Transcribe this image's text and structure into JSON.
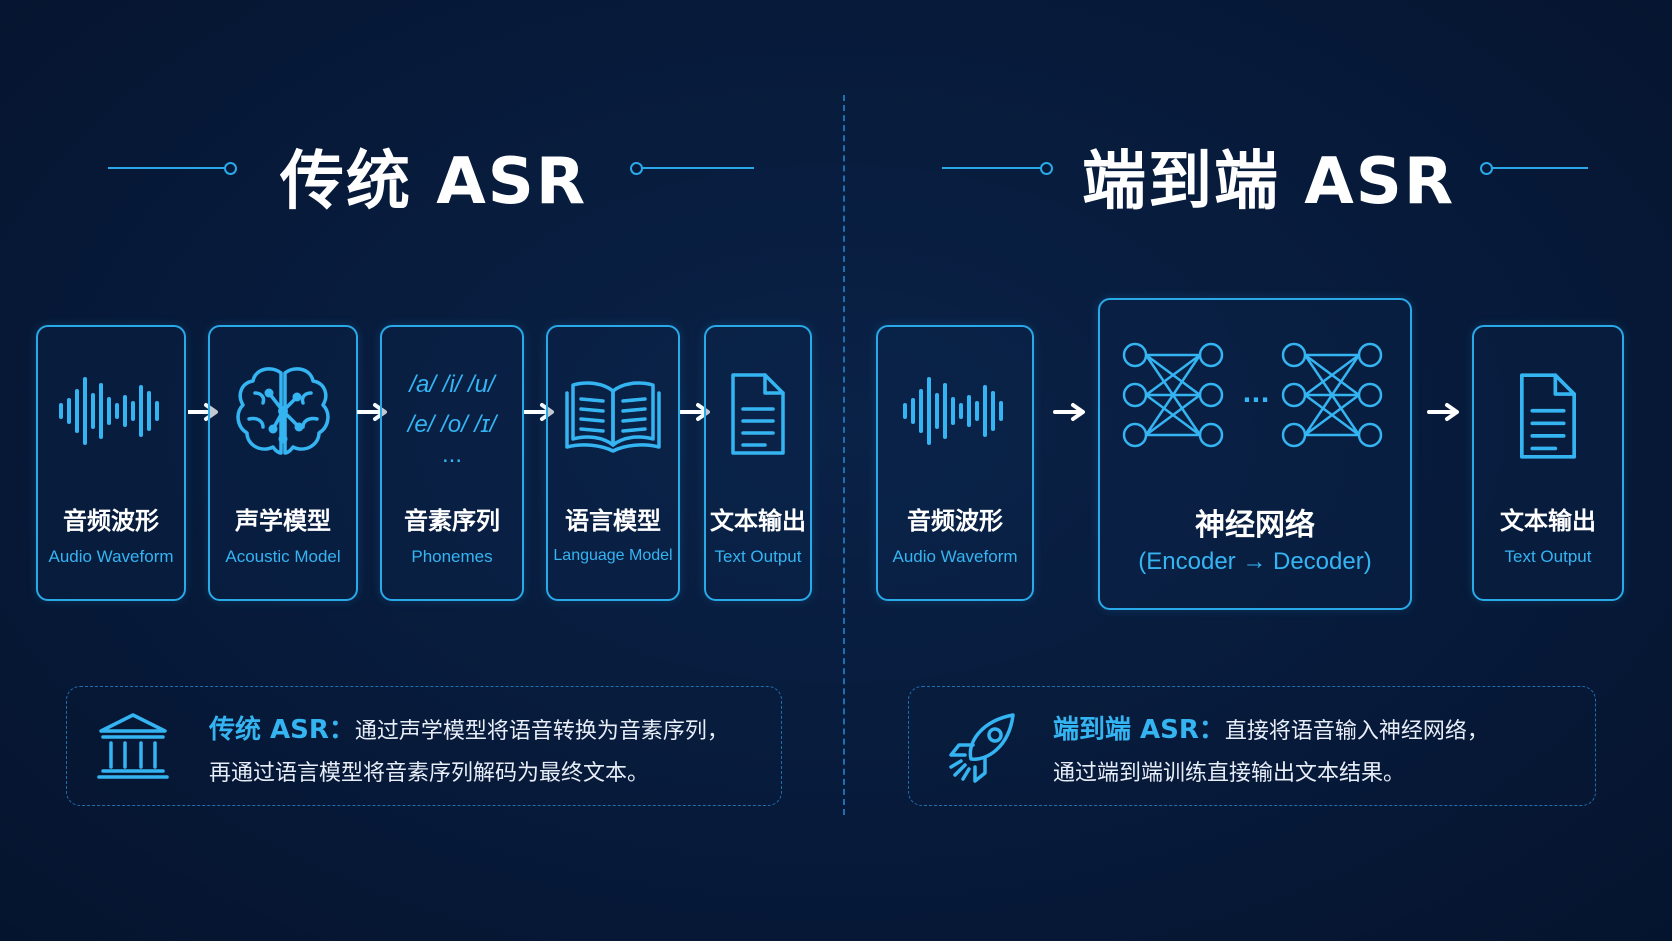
{
  "left": {
    "title": "传统 ASR",
    "steps": [
      {
        "cn": "音频波形",
        "en": "Audio Waveform",
        "icon": "waveform-icon"
      },
      {
        "cn": "声学模型",
        "en": "Acoustic Model",
        "icon": "brain-icon"
      },
      {
        "cn": "音素序列",
        "en": "Phonemes",
        "icon": "phoneme-text",
        "phonemes": [
          "/a/ /i/ /u/",
          "/e/ /o/ /ɪ/",
          "..."
        ]
      },
      {
        "cn": "语言模型",
        "en": "Language Model",
        "icon": "book-icon"
      },
      {
        "cn": "文本输出",
        "en": "Text Output",
        "icon": "document-icon"
      }
    ],
    "note": {
      "icon": "bank-building-icon",
      "highlight": "传统 ASR：",
      "line1": "通过声学模型将语音转换为音素序列，",
      "line2": "再通过语言模型将音素序列解码为最终文本。"
    }
  },
  "right": {
    "title": "端到端 ASR",
    "steps": [
      {
        "cn": "音频波形",
        "en": "Audio Waveform",
        "icon": "waveform-icon"
      },
      {
        "cn": "神经网络",
        "en": "(Encoder → Decoder)",
        "icon": "neural-network-icon",
        "ellipsis": "..."
      },
      {
        "cn": "文本输出",
        "en": "Text Output",
        "icon": "document-icon"
      }
    ],
    "note": {
      "icon": "rocket-icon",
      "highlight": "端到端 ASR：",
      "line1": "直接将语音输入神经网络，",
      "line2": "通过端到端训练直接输出文本结果。"
    }
  },
  "colors": {
    "accent": "#29a9e8",
    "text_accent": "#35b4f2",
    "background": "#071a3a"
  }
}
